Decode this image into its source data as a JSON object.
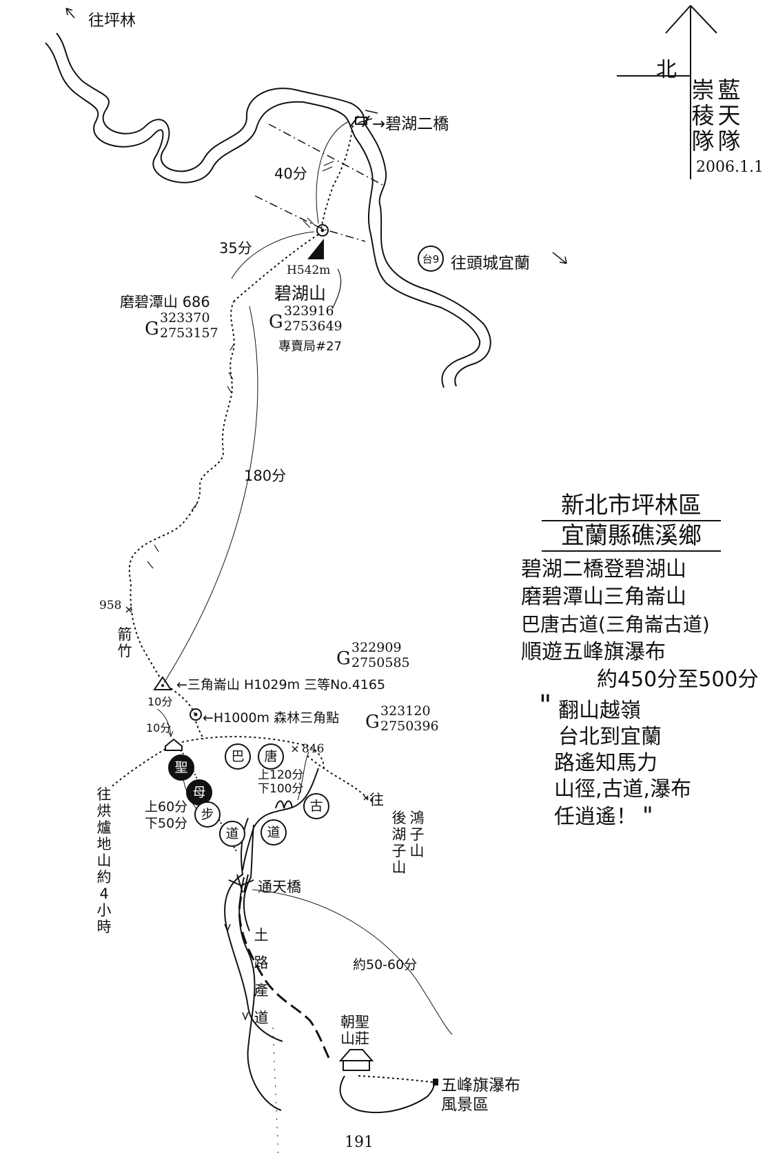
{
  "legend": {
    "north": "北",
    "group_col1": "崇稜隊",
    "group_col2": "藍天隊",
    "date": "2006.1.1"
  },
  "title": {
    "line1": "新北市坪林區",
    "line2": "宜蘭縣礁溪鄉"
  },
  "route_desc": [
    "碧湖二橋登碧湖山",
    "磨碧潭山三角崙山",
    "巴唐古道(三角崙古道)",
    "順遊五峰旗瀑布",
    "約450分至500分"
  ],
  "poem": {
    "open_quote": "\"",
    "lines": [
      "翻山越嶺",
      "台北到宜蘭",
      "路遙知馬力",
      "山徑,古道,瀑布",
      "任逍遙！"
    ],
    "close_quote": "\""
  },
  "labels": {
    "to_pinglin": "往坪林",
    "bihu_bridge2": "→碧湖二橋",
    "t40": "40分",
    "t35": "35分",
    "route_no": "台9",
    "to_toucheng": "往頭城宜蘭",
    "h542": "H542m",
    "bihu_name": "碧湖山",
    "bihu_g": "G",
    "bihu_g1": "323916",
    "bihu_g2": "2753649",
    "bihu_ref": "專賣局#27",
    "mobitan": "磨碧潭山 686",
    "mobitan_g": "G",
    "mobitan_g1": "323370",
    "mobitan_g2": "2753157",
    "t180": "180分",
    "e958": "958",
    "bamboo": "箭竹",
    "sjl_g": "G",
    "sjl_g1": "322909",
    "sjl_g2": "2750585",
    "sanjiaolun": "←三角崙山 H1029m 三等No.4165",
    "t10a": "10分",
    "h1000": "←H1000m 森林三角點",
    "h1000_g": "G",
    "h1000_g1": "323120",
    "h1000_g2": "2750396",
    "t10b": "10分",
    "e846": "846",
    "up120": "上120分",
    "down100": "下100分",
    "up60": "上60分",
    "down50": "下50分",
    "to_hongludi": "往烘爐地山約4小時",
    "to_hu": "往",
    "hou_col": "後湖子山",
    "hong_col": "鴻子山",
    "tongtian": "通天橋",
    "dirt_road": "土路產道",
    "t5060": "約50-60分",
    "chaosheng": "朝聖山莊",
    "falls": "五峰旗瀑布風景區",
    "page_num": "191"
  },
  "trail_circles": {
    "shengmu": [
      "聖",
      "母",
      "步",
      "道"
    ],
    "batang": [
      "巴",
      "唐",
      "古",
      "道"
    ]
  },
  "colors": {
    "ink": "#111111",
    "paper": "#ffffff"
  }
}
